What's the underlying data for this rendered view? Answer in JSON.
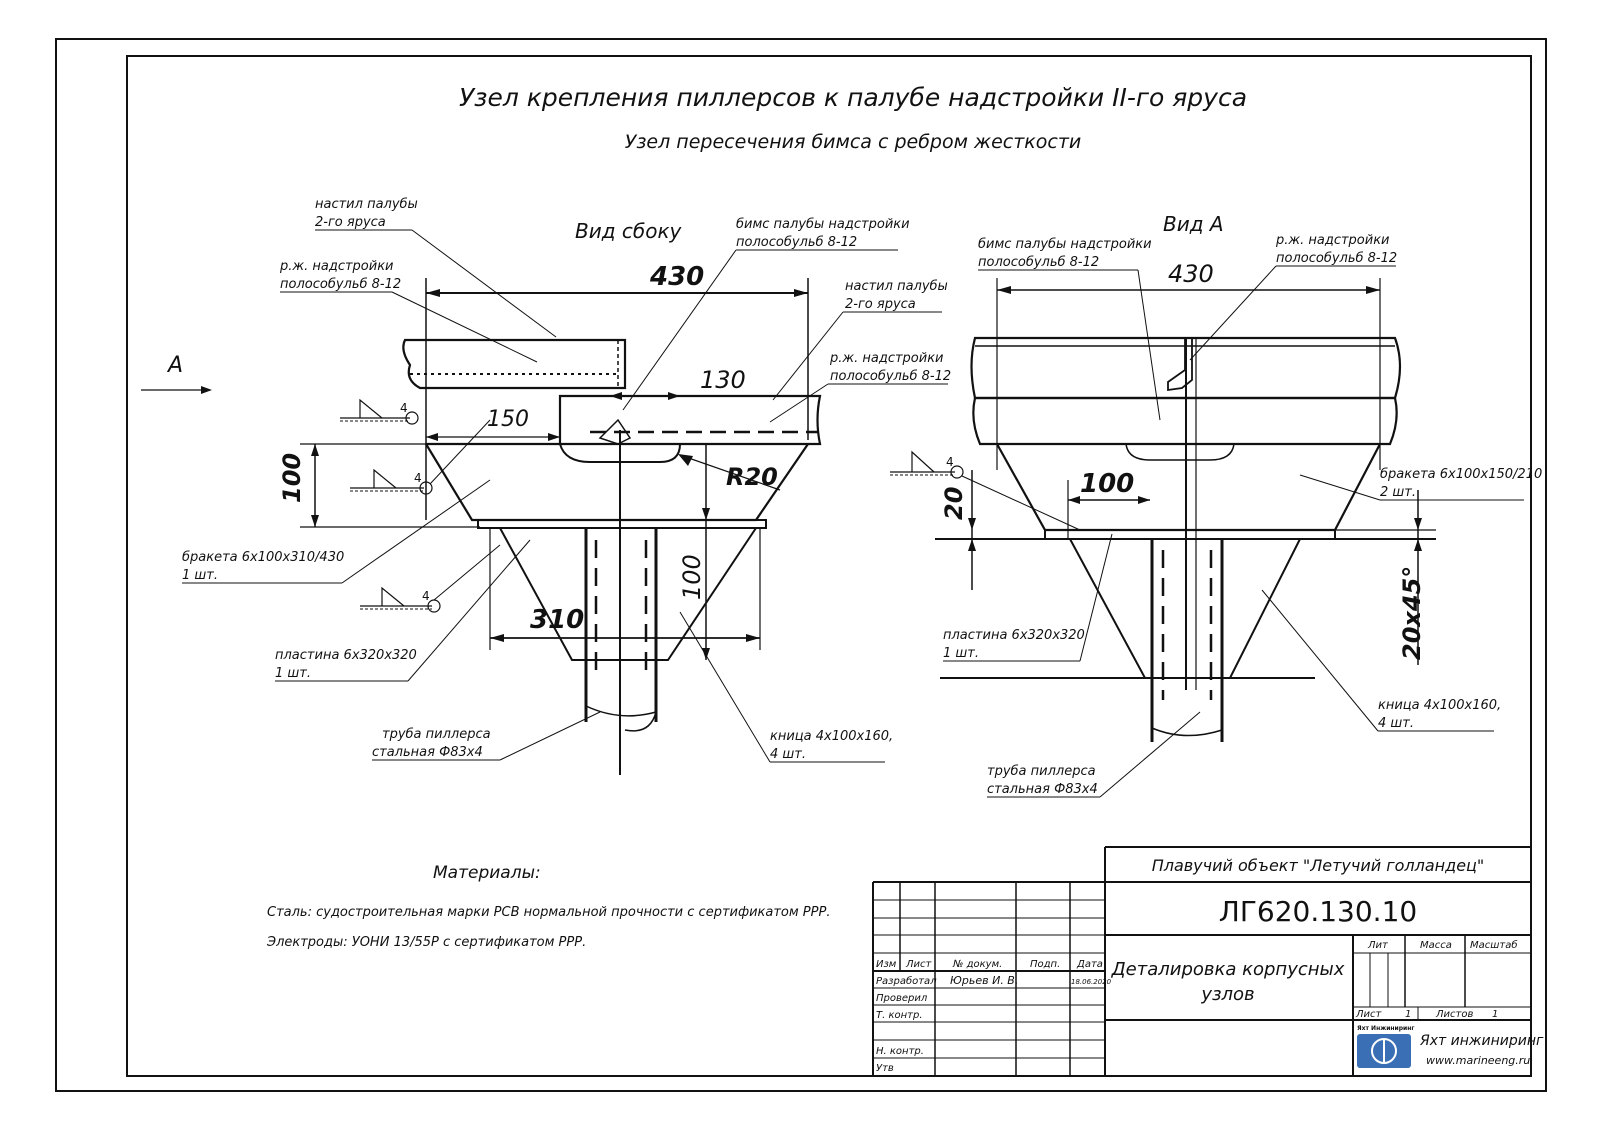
{
  "title": "Узел крепления пиллерсов к палубе надстройки II-го яруса",
  "subtitle": "Узел пересечения бимса с ребром жесткости",
  "side_view": {
    "view_label": "Вид сбоку",
    "arrow_label": "А",
    "dims": {
      "d430": "430",
      "d130": "130",
      "d150": "150",
      "d100_left": "100",
      "r20": "R20",
      "d310": "310",
      "d100_vert": "100"
    },
    "weld_marks": [
      "4",
      "4",
      "4"
    ],
    "callouts": {
      "deck_plating_1": "настил палубы",
      "deck_plating_2": "2-го яруса",
      "stiffener_1": "р.ж. надстройки",
      "stiffener_2": "полособульб 8-12",
      "beam_1": "бимс палубы надстройки",
      "beam_2": "полособульб 8-12",
      "deck_plating_r1": "настил палубы",
      "deck_plating_r2": "2-го яруса",
      "stiffener_r1": "р.ж. надстройки",
      "stiffener_r2": "полособульб 8-12",
      "bracket_1": "бракета 6х100х310/430",
      "bracket_2": "1 шт.",
      "plate_1": "пластина 6х320х320",
      "plate_2": "1 шт.",
      "pipe_1": "труба пиллерса",
      "pipe_2": "стальная Ф83х4",
      "knee_1": "кница 4х100х160,",
      "knee_2": "4 шт."
    }
  },
  "view_a": {
    "view_label": "Вид А",
    "dims": {
      "d430": "430",
      "d100": "100",
      "d20": "20",
      "chamfer": "20х45°"
    },
    "weld_marks": [
      "4"
    ],
    "callouts": {
      "beam_1": "бимс палубы надстройки",
      "beam_2": "полособульб 8-12",
      "stiffener_1": "р.ж. надстройки",
      "stiffener_2": "полособульб 8-12",
      "bracket_1": "бракета 6х100х150/210",
      "bracket_2": "2 шт.",
      "plate_1": "пластина 6х320х320",
      "plate_2": "1 шт.",
      "knee_1": "кница 4х100х160,",
      "knee_2": "4 шт.",
      "pipe_1": "труба пиллерса",
      "pipe_2": "стальная Ф83х4"
    }
  },
  "materials": {
    "heading": "Материалы:",
    "steel": "Сталь: судостроительная марки РСВ нормальной прочности с сертификатом РРР.",
    "electrodes": "Электроды: УОНИ 13/55Р с сертификатом РРР."
  },
  "title_block": {
    "object": "Плавучий объект \"Летучий голландец\"",
    "code": "ЛГ620.130.10",
    "name_1": "Деталировка корпусных",
    "name_2": "узлов",
    "col_izm": "Изм",
    "col_list": "Лист",
    "col_doc": "№ докум.",
    "col_sign": "Подп.",
    "col_date": "Дата",
    "row_dev": "Разработал",
    "dev_name": "Юрьев И. В.",
    "dev_date": "18.06.2020",
    "row_check": "Проверил",
    "row_tcontr": "Т. контр.",
    "row_ncontr": "Н. контр.",
    "row_utv": "Утв",
    "lit": "Лит",
    "mass": "Масса",
    "scale": "Масштаб",
    "sheet_label": "Лист",
    "sheet_val": "1",
    "sheets_label": "Листов",
    "sheets_val": "1",
    "logo_small": "Яхт Инжиниринг",
    "company": "Яхт инжиниринг",
    "website": "www.marineeng.ru"
  },
  "colors": {
    "ink": "#111111",
    "logo_blue": "#3a6fb5"
  }
}
